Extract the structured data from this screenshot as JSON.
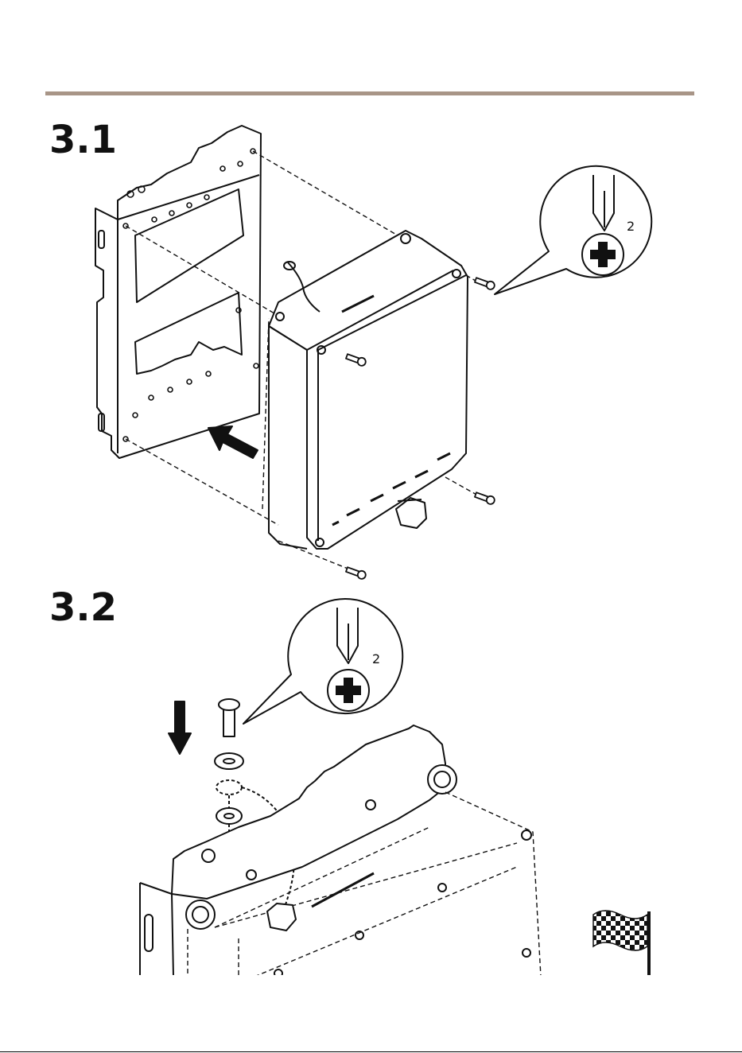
{
  "header": {
    "rule_color": "#a89587"
  },
  "steps": [
    {
      "label": "3.1",
      "tool_size": "2"
    },
    {
      "label": "3.2",
      "tool_size": "2"
    }
  ],
  "icons": {
    "tool": "phillips-screwdriver-icon",
    "finish": "checkered-flag-icon",
    "direction": "arrow-icon"
  },
  "colors": {
    "line": "#111111",
    "background": "#ffffff"
  }
}
